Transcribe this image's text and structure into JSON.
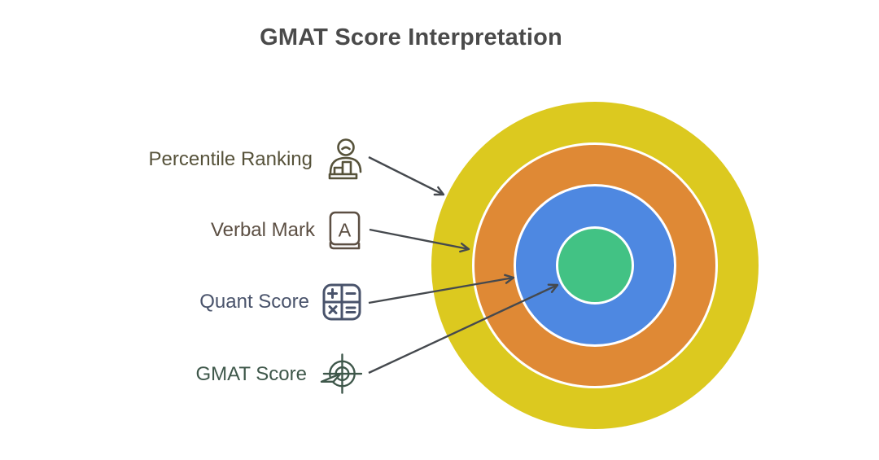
{
  "title": "GMAT Score Interpretation",
  "title_color": "#4a4a4a",
  "arrow_color": "#45494e",
  "labels": [
    {
      "text": "Percentile Ranking",
      "color": "#56523a",
      "icon": "person-stats-icon",
      "points_to": "Percentile Ranking ring"
    },
    {
      "text": "Verbal Mark",
      "color": "#5c4f43",
      "icon": "book-a-icon",
      "points_to": "Verbal Mark ring"
    },
    {
      "text": "Quant Score",
      "color": "#49536b",
      "icon": "calculator-icon",
      "points_to": "Quant Score ring"
    },
    {
      "text": "GMAT Score",
      "color": "#3e574a",
      "icon": "target-arrow-icon",
      "points_to": "GMAT Score center circle"
    }
  ],
  "rings": [
    {
      "label": "Percentile Ranking",
      "color": "#dcc91f",
      "position": "outer"
    },
    {
      "label": "Verbal Mark",
      "color": "#df8935",
      "position": "second"
    },
    {
      "label": "Quant Score",
      "color": "#4e88e1",
      "position": "third"
    },
    {
      "label": "GMAT Score",
      "color": "#42c284",
      "position": "center"
    }
  ]
}
